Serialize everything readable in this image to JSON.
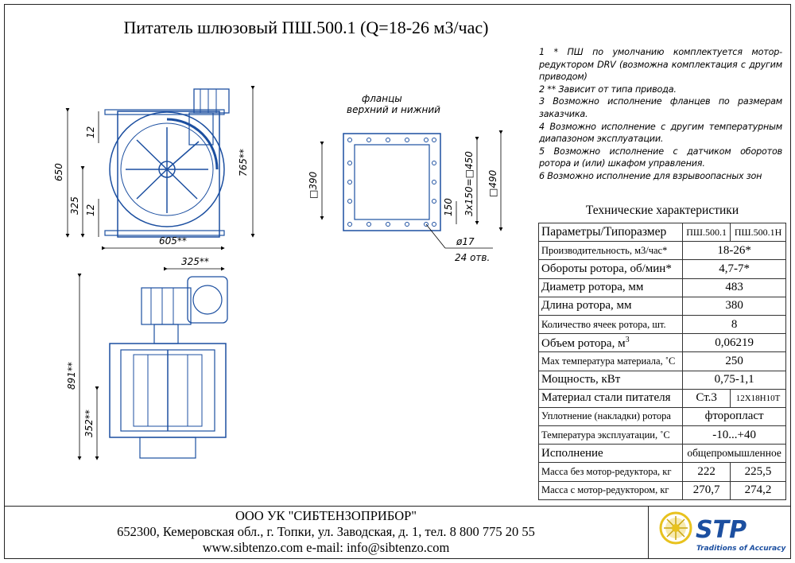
{
  "title": "Питатель шлюзовый ПШ.500.1 (Q=18-26 м3/час)",
  "notes": [
    "1 * ПШ по умолчанию комплектуется мотор-редуктором DRV (возможна комплектация с другим приводом)",
    "2 ** Зависит от типа привода.",
    "3 Возможно исполнение фланцев по размерам заказчика.",
    "4 Возможно исполнение с другим температурным диапазоном эксплуатации.",
    "5 Возможно исполнение с датчиком оборотов ротора и (или) шкафом управления.",
    "6 Возможно исполнение для взрывоопасных зон"
  ],
  "specs": {
    "title": "Технические характеристики",
    "header": {
      "param": "Параметры/Типоразмер",
      "col1": "ПШ.500.1",
      "col2": "ПШ.500.1Н"
    },
    "rows": {
      "productivity": {
        "label": "Производительность, м3/час*",
        "value": "18-26*"
      },
      "speed": {
        "label": "Обороты ротора, об/мин*",
        "value": "4,7-7*"
      },
      "diameter": {
        "label": "Диаметр ротора, мм",
        "value": "483"
      },
      "length": {
        "label": "Длина ротора, мм",
        "value": "380"
      },
      "cells": {
        "label": "Количество ячеек ротора, шт.",
        "value": "8"
      },
      "volume": {
        "label": "Объем ротора, м",
        "sup": "3",
        "value": "0,06219"
      },
      "maxtemp": {
        "label": "Мах температура материала, ˚С",
        "value": "250"
      },
      "power": {
        "label": "Мощность, кВт",
        "value": "0,75-1,1"
      },
      "steel": {
        "label": "Материал стали питателя",
        "value1": "Ст.3",
        "value2": "12Х18Н10Т"
      },
      "seal": {
        "label": "Уплотнение (накладки) ротора",
        "value": "фторопласт"
      },
      "optemp": {
        "label": "Температура эксплуатации, ˚С",
        "value": "-10...+40"
      },
      "execution": {
        "label": "Исполнение",
        "value": "общепромышленное"
      },
      "mass_without": {
        "label": "Масса без мотор-редуктора, кг",
        "value1": "222",
        "value2": "225,5"
      },
      "mass_with": {
        "label": "Масса с мотор-редуктором, кг",
        "value1": "270,7",
        "value2": "274,2"
      }
    }
  },
  "company": {
    "name": "ООО УК \"СИБТЕНЗОПРИБОР\"",
    "address": "652300, Кемеровская обл., г. Топки, ул. Заводская, д. 1, тел. 8 800 775 20 55",
    "web": "www.sibtenzo.com e-mail: info@sibtenzo.com"
  },
  "logo": {
    "text": "STP",
    "tagline": "Traditions of Accuracy",
    "color": "#1c4fa0",
    "accent": "#e8c21e"
  },
  "drawing": {
    "flange_label_1": "фланцы",
    "flange_label_2": "верхний и нижний",
    "dims": {
      "d650": "650",
      "d325": "325",
      "d12a": "12",
      "d12b": "12",
      "d765": "765**",
      "d605": "605**",
      "d325b": "325**",
      "d390": "□390",
      "d150": "150",
      "d3x150": "3х150=□450",
      "d490": "□490",
      "d17": "ø17",
      "d24": "24 отв.",
      "d891": "891**",
      "d352": "352**"
    }
  },
  "colors": {
    "line": "#1c4fa0",
    "fill": "#dbe9f7"
  }
}
